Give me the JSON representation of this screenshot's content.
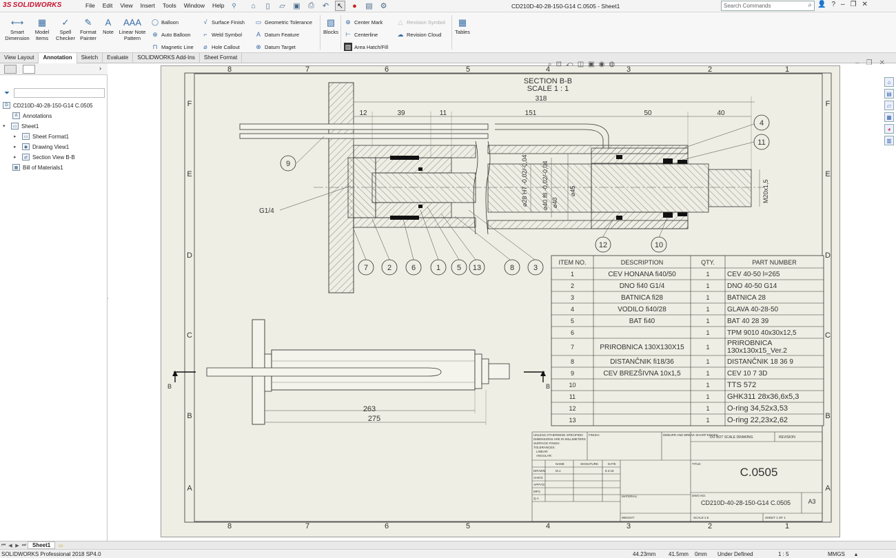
{
  "app": {
    "brand_ds": "3S",
    "brand": "SOLIDWORKS",
    "document_title": "CD210D-40-28-150-G14 C.0505 - Sheet1"
  },
  "menu": [
    "File",
    "Edit",
    "View",
    "Insert",
    "Tools",
    "Window",
    "Help"
  ],
  "search": {
    "placeholder": "Search Commands"
  },
  "ribbon": {
    "big_buttons": [
      {
        "label": "Smart Dimension",
        "icon": "smart-dimension-icon"
      },
      {
        "label": "Model Items",
        "icon": "model-items-icon"
      },
      {
        "label": "Spell Checker",
        "icon": "spell-checker-icon"
      },
      {
        "label": "Format Painter",
        "icon": "format-painter-icon"
      },
      {
        "label": "Note",
        "icon": "note-icon"
      },
      {
        "label": "Linear Note Pattern",
        "icon": "linear-note-pattern-icon"
      }
    ],
    "col1": [
      "Balloon",
      "Auto Balloon",
      "Magnetic Line"
    ],
    "col2": [
      "Surface Finish",
      "Weld Symbol",
      "Hole Callout"
    ],
    "col3": [
      "Geometric Tolerance",
      "Datum Feature",
      "Datum Target"
    ],
    "blocks": "Blocks",
    "col4": [
      "Center Mark",
      "Centerline",
      "Area Hatch/Fill"
    ],
    "col5": [
      "Revision Symbol",
      "Revision Cloud"
    ],
    "tables": "Tables"
  },
  "tabs": [
    "View Layout",
    "Annotation",
    "Sketch",
    "Evaluate",
    "SOLIDWORKS Add-Ins",
    "Sheet Format"
  ],
  "active_tab": "Annotation",
  "tree": [
    {
      "label": "CD210D-40-28-150-G14 C.0505",
      "indent": 0,
      "twist": ""
    },
    {
      "label": "Annotations",
      "indent": 1,
      "twist": ""
    },
    {
      "label": "Sheet1",
      "indent": 0,
      "twist": "▾"
    },
    {
      "label": "Sheet Format1",
      "indent": 2,
      "twist": "▸"
    },
    {
      "label": "Drawing View1",
      "indent": 2,
      "twist": "▸"
    },
    {
      "label": "Section View B-B",
      "indent": 2,
      "twist": "▸"
    },
    {
      "label": "Bill of Materials1",
      "indent": 1,
      "twist": ""
    }
  ],
  "drawing": {
    "zone_cols_top": [
      "8",
      "7",
      "6",
      "5",
      "4",
      "3",
      "2",
      "1"
    ],
    "zone_cols_bottom": [
      "8",
      "7",
      "6",
      "5",
      "4",
      "3",
      "2",
      "1"
    ],
    "zone_rows": [
      "F",
      "E",
      "D",
      "C",
      "B",
      "A"
    ],
    "section_title": "SECTION B-B",
    "section_scale": "SCALE 1 : 1",
    "dims_top": [
      "318",
      "12",
      "39",
      "11",
      "151",
      "50",
      "40"
    ],
    "dims_vertical": [
      "⌀28 H7 -0,02/-0,04",
      "⌀40 f8 -0,02/-0,04",
      "⌀40",
      "⌀45",
      "M20x1,5"
    ],
    "thread_note": "G1/4",
    "balloons": [
      "4",
      "11",
      "9",
      "12",
      "10",
      "7",
      "2",
      "6",
      "1",
      "5",
      "13",
      "8",
      "3"
    ],
    "dims_bottom": [
      "263",
      "275"
    ],
    "section_marks": [
      "B",
      "B"
    ]
  },
  "bom": {
    "headers": [
      "ITEM NO.",
      "DESCRIPTION",
      "QTY.",
      "PART NUMBER"
    ],
    "rows": [
      [
        "1",
        "CEV HONANA fi40/50",
        "1",
        "CEV 40-50 l=265"
      ],
      [
        "2",
        "DNO fi40 G1/4",
        "1",
        "DNO 40-50 G14"
      ],
      [
        "3",
        "BATNICA fi28",
        "1",
        "BATNICA 28"
      ],
      [
        "4",
        "VODILO fi40/28",
        "1",
        "GLAVA 40-28-50"
      ],
      [
        "5",
        "BAT fi40",
        "1",
        "BAT 40 28 39"
      ],
      [
        "6",
        "",
        "1",
        "TPM 9010 40x30x12,5"
      ],
      [
        "7",
        "PRIROBNICA 130X130X15",
        "1",
        "PRIROBNICA 130x130x15_Ver.2"
      ],
      [
        "8",
        "DISTANČNIK fi18/36",
        "1",
        "DISTANČNIK 18 36 9"
      ],
      [
        "9",
        "CEV BREZŠIVNA 10x1,5",
        "1",
        "CEV 10 7 3D"
      ],
      [
        "10",
        "",
        "1",
        "TTS 572"
      ],
      [
        "11",
        "",
        "1",
        "GHK311 28x36,6x5,3"
      ],
      [
        "12",
        "",
        "1",
        "O-ring 34,52x3,53"
      ],
      [
        "13",
        "",
        "1",
        "O-ring 22,23x2,62"
      ]
    ]
  },
  "title_block": {
    "unless": "UNLESS OTHERWISE SPECIFIED:",
    "dims_in": "DIMENSIONS ARE IN MILLIMETERS",
    "surface": "SURFACE FINISH:",
    "tolerances": "TOLERANCES:",
    "linear": "LINEAR:",
    "angular": "ANGULAR:",
    "finish": "FINISH:",
    "deburr": "DEBURR AND BREAK SHARP EDGES",
    "do_not_scale": "DO NOT SCALE DRAWING",
    "revision": "REVISION",
    "name": "NAME",
    "signature": "SIGNATURE",
    "date": "DATE",
    "drawn": "DRAWN",
    "drawn_by": "M.J.",
    "drawn_date": "8.3.18",
    "chkd": "CHK'D",
    "appvd": "APPV'D",
    "mfg": "MFG",
    "qa": "Q.A",
    "material": "MATERIAL:",
    "weight": "WEIGHT:",
    "title_label": "TITLE:",
    "title_value": "C.0505",
    "dwg_label": "DWG NO.",
    "dwg_value": "CD210D-40-28-150-G14 C.0505",
    "size": "A3",
    "scale_label": "SCALE:1:5",
    "sheet_label": "SHEET 1 OF 1"
  },
  "sheet_tab": "Sheet1",
  "status": {
    "product": "SOLIDWORKS Professional 2018 SP4.0",
    "x": "44.23mm",
    "y": "41.5mm",
    "z": "0mm",
    "state": "Under Defined",
    "scale": "1 : 5",
    "units": "MMGS"
  }
}
